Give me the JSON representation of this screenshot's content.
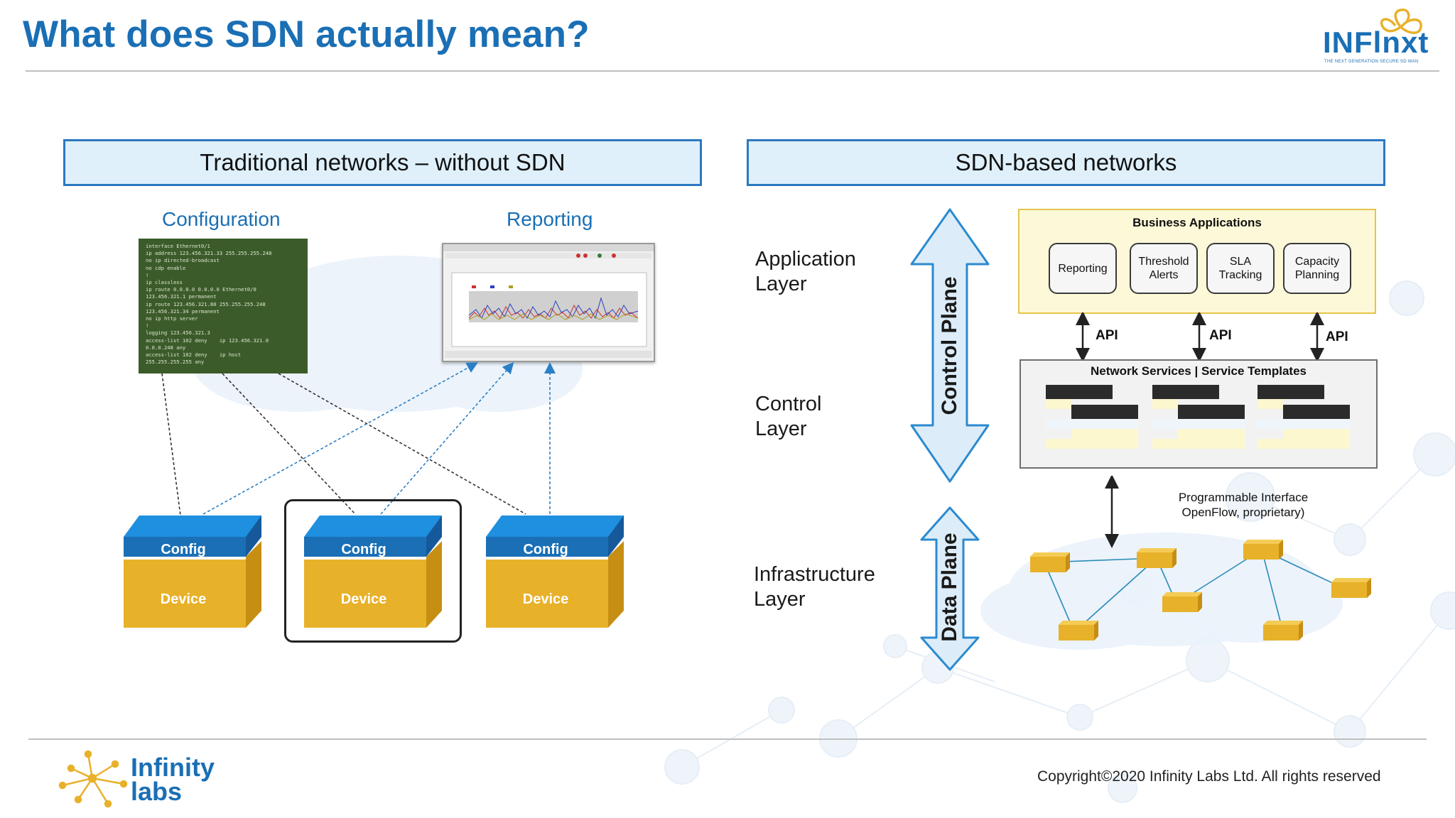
{
  "slide": {
    "title": "What does SDN actually mean?",
    "copyright": "Copyright©2020 Infinity Labs Ltd. All rights reserved"
  },
  "top_logo": {
    "wordmark": "INFlnxt",
    "tagline": "THE NEXT GENERATION SECURE SD WAN"
  },
  "bottom_logo": {
    "line1": "Infinity",
    "line2": "labs"
  },
  "traditional": {
    "header": "Traditional networks – without SDN",
    "configuration_label": "Configuration",
    "reporting_label": "Reporting",
    "terminal_text": "interface Ethernet0/1\nip address 123.456.321.33 255.255.255.248\nno ip directed-broadcast\nno cdp enable\n!\nip classless\nip route 0.0.0.0 0.0.0.0 Ethernet0/0\n123.456.321.1 permanent\nip route 123.456.321.80 255.255.255.248\n123.456.321.34 permanent\nno ip http server\n!\nlogging 123.456.321.3\naccess-list 102 deny    ip 123.456.321.0\n0.0.0.248 any\naccess-list 102 deny    ip host\n255.255.255.255 any",
    "devices": [
      {
        "top": "Config",
        "bottom": "Device"
      },
      {
        "top": "Config",
        "bottom": "Device"
      },
      {
        "top": "Config",
        "bottom": "Device"
      }
    ]
  },
  "sdn": {
    "header": "SDN-based networks",
    "layers": {
      "application_1": "Application",
      "application_2": "Layer",
      "control_1": "Control",
      "control_2": "Layer",
      "infrastructure_1": "Infrastructure",
      "infrastructure_2": "Layer"
    },
    "control_plane": "Control Plane",
    "data_plane": "Data Plane",
    "business_title": "Business Applications",
    "apps": [
      {
        "line1": "Reporting",
        "line2": ""
      },
      {
        "line1": "Threshold",
        "line2": "Alerts"
      },
      {
        "line1": "SLA",
        "line2": "Tracking"
      },
      {
        "line1": "Capacity",
        "line2": "Planning"
      }
    ],
    "api_labels": [
      "API",
      "API",
      "API"
    ],
    "network_services_title": "Network Services | Service Templates",
    "programmable_1": "Programmable Interface",
    "programmable_2": "OpenFlow, proprietary)"
  },
  "colors": {
    "title_blue": "#1a6fb5",
    "header_fill": "#dff0fb",
    "header_border": "#2c78c1",
    "config_blue": "#1a76c2",
    "device_yellow": "#e8b12a",
    "arrow_fill": "#dcedf9",
    "arrow_stroke": "#2c8ad0"
  }
}
